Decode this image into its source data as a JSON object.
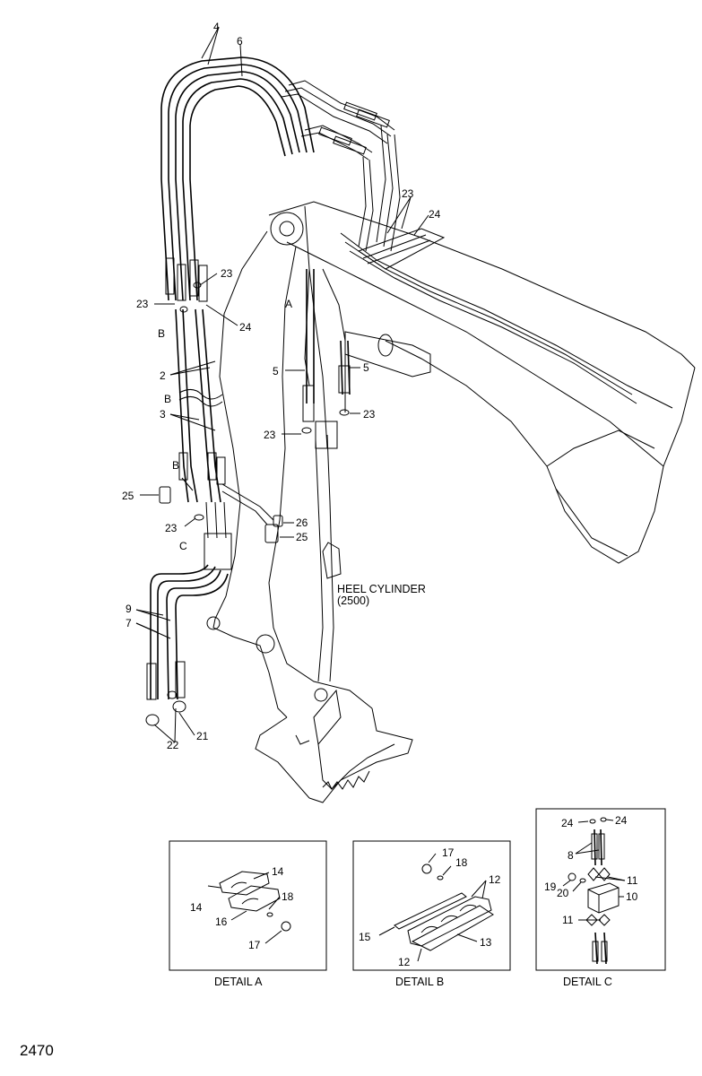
{
  "diagram": {
    "labels": {
      "n4": "4",
      "n6": "6",
      "n23_a": "23",
      "n23_b": "23",
      "n23_c": "23",
      "n23_d": "23",
      "n23_e": "23",
      "n24_a": "24",
      "n24_b": "24",
      "A": "A",
      "B_a": "B",
      "B_b": "B",
      "B_c": "B",
      "C": "C",
      "n2": "2",
      "n3": "3",
      "n5_a": "5",
      "n5_b": "5",
      "n25_a": "25",
      "n25_b": "25",
      "n26": "26",
      "n9": "9",
      "n7": "7",
      "n21": "21",
      "n22": "22",
      "heel_line1": "HEEL CYLINDER",
      "heel_line2": "(2500)"
    },
    "detail_a": {
      "caption": "DETAIL A",
      "labels": {
        "n14_a": "14",
        "n14_b": "14",
        "n16": "16",
        "n18": "18",
        "n17": "17"
      }
    },
    "detail_b": {
      "caption": "DETAIL B",
      "labels": {
        "n17": "17",
        "n18": "18",
        "n12_a": "12",
        "n15": "15",
        "n13": "13",
        "n12_b": "12"
      }
    },
    "detail_c": {
      "caption": "DETAIL C",
      "labels": {
        "n24_a": "24",
        "n24_b": "24",
        "n8": "8",
        "n19": "19",
        "n20": "20",
        "n11_a": "11",
        "n10": "10",
        "n11_b": "11"
      }
    },
    "page_number": "2470"
  }
}
